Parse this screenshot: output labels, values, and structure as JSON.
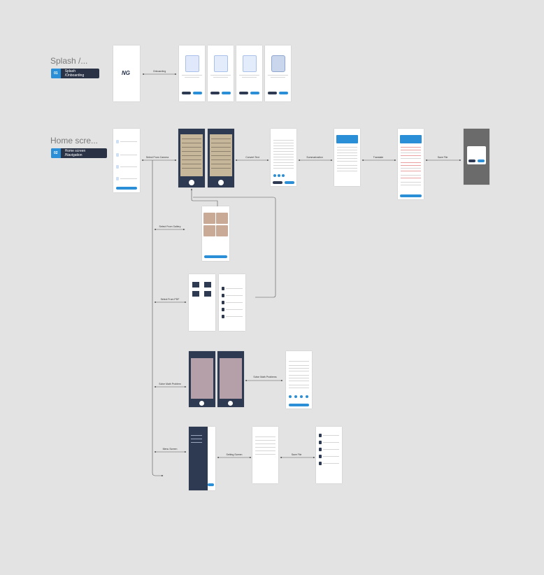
{
  "sections": [
    {
      "title": "Splash /...",
      "number": "01",
      "badge": "Splash /Onboarding"
    },
    {
      "title": "Home scre...",
      "number": "02",
      "badge": "Home screen /Navigation"
    }
  ],
  "flow_labels": {
    "onboarding": "Onboarding",
    "select_from_camera": "Select From Camera",
    "convert_text": "Convert Text",
    "summarization": "Summarization",
    "translate": "Translate",
    "save_file": "Save File",
    "select_from_gallery": "Select From Gallery",
    "select_from_pdf": "Select From PDF",
    "solve_math_problem": "Solve Math Problem",
    "solve_math_problems": "Solve Math Problems",
    "menu_screen": "Menu Screen",
    "setting_screen": "Setting Screen",
    "save_file_2": "Save File"
  },
  "splash": {
    "logo": "NG"
  },
  "colors": {
    "accent": "#2a8fd6",
    "navy": "#2d3a52",
    "background": "#e3e3e3"
  }
}
